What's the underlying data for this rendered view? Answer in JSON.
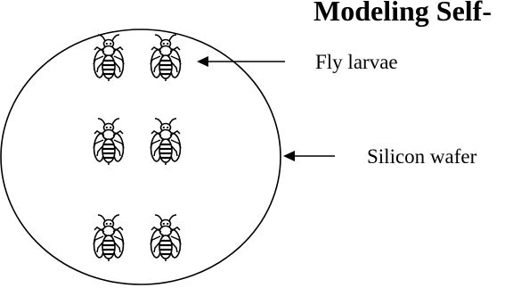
{
  "title": "Modeling Self-",
  "labels": {
    "fly_larvae": "Fly larvae",
    "silicon_wafer": "Silicon wafer"
  },
  "wafer": {
    "shape": "circle",
    "outline_color": "#000000",
    "fill_color": "#ffffff"
  },
  "insects": {
    "icon": "bee-icon",
    "rows": 3,
    "columns": 2,
    "color": "#000000"
  },
  "arrows": {
    "color": "#000000"
  }
}
